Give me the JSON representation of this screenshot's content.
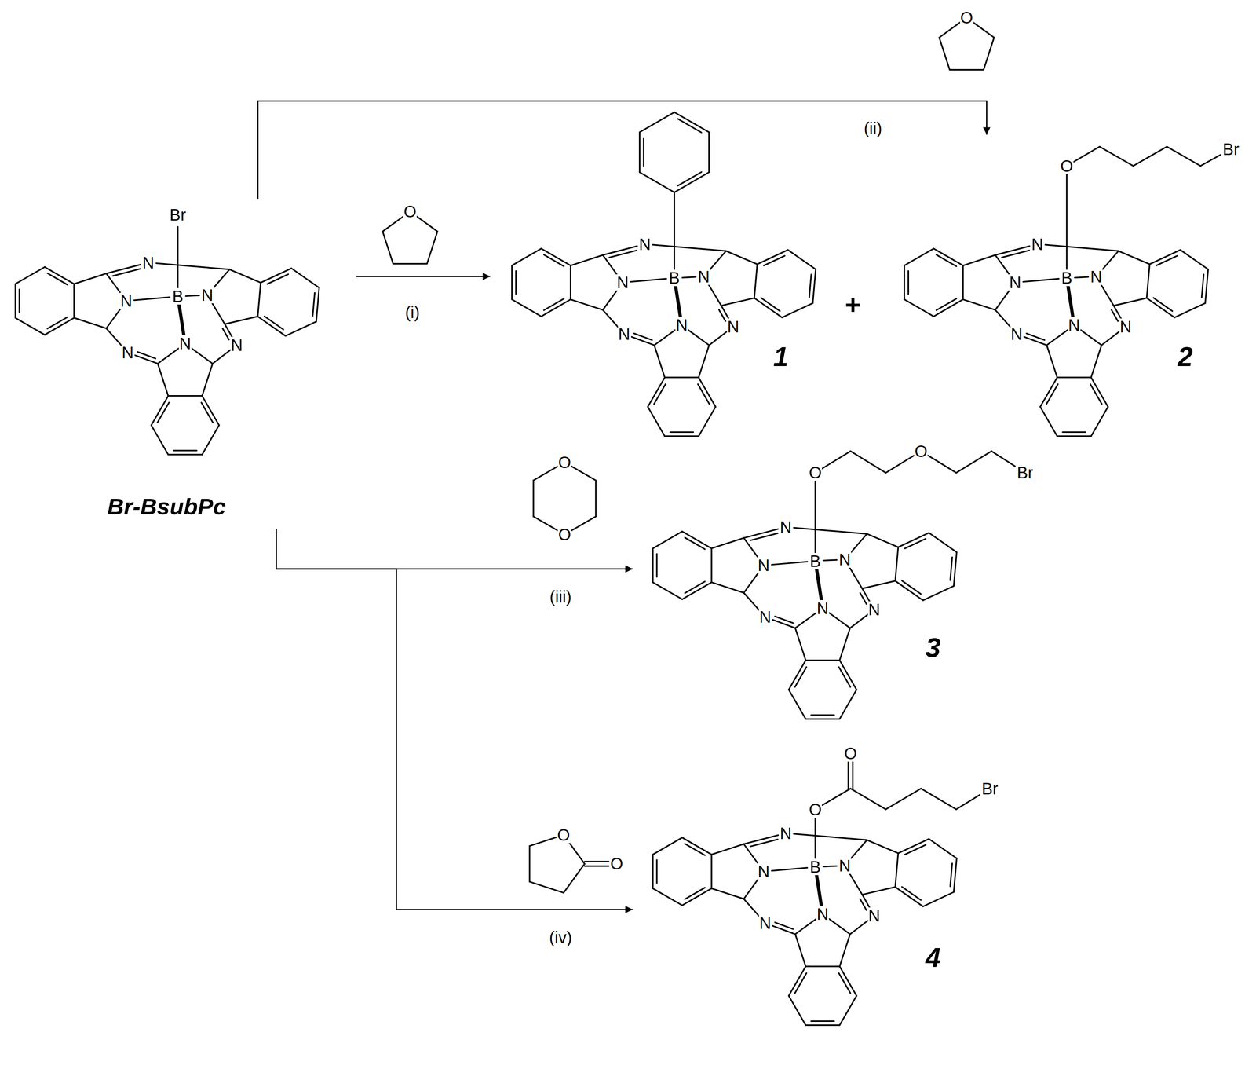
{
  "diagram": {
    "nodes": [
      {
        "text": [
          "Br-BsubPc"
        ]
      },
      {
        "text": [
          "1"
        ]
      },
      {
        "text": [
          "2"
        ]
      },
      {
        "text": [
          "3"
        ]
      },
      {
        "text": [
          "4"
        ]
      }
    ],
    "edges": [
      {
        "from": 0,
        "to": 1,
        "label": "(i)",
        "arrow": "to"
      },
      {
        "from": 0,
        "to": 2,
        "label": "(ii)",
        "arrow": "to"
      },
      {
        "from": 0,
        "to": 3,
        "label": "(iii)",
        "arrow": "to"
      },
      {
        "from": 0,
        "to": 4,
        "label": "(iv)",
        "arrow": "to"
      }
    ],
    "labels": [
      "O",
      "O",
      "Br",
      "N",
      "N",
      "B",
      "N",
      "N",
      "N",
      "N",
      "N",
      "N",
      "B",
      "N",
      "N",
      "N",
      "N",
      "+",
      "O",
      "Br",
      "N",
      "N",
      "B",
      "N",
      "N",
      "N",
      "N",
      "O",
      "O",
      "O",
      "O",
      "Br",
      "N",
      "N",
      "B",
      "N",
      "N",
      "N",
      "N",
      "O",
      "O",
      "O",
      "O",
      "Br",
      "N",
      "N",
      "B",
      "N",
      "N",
      "N",
      "N"
    ]
  }
}
